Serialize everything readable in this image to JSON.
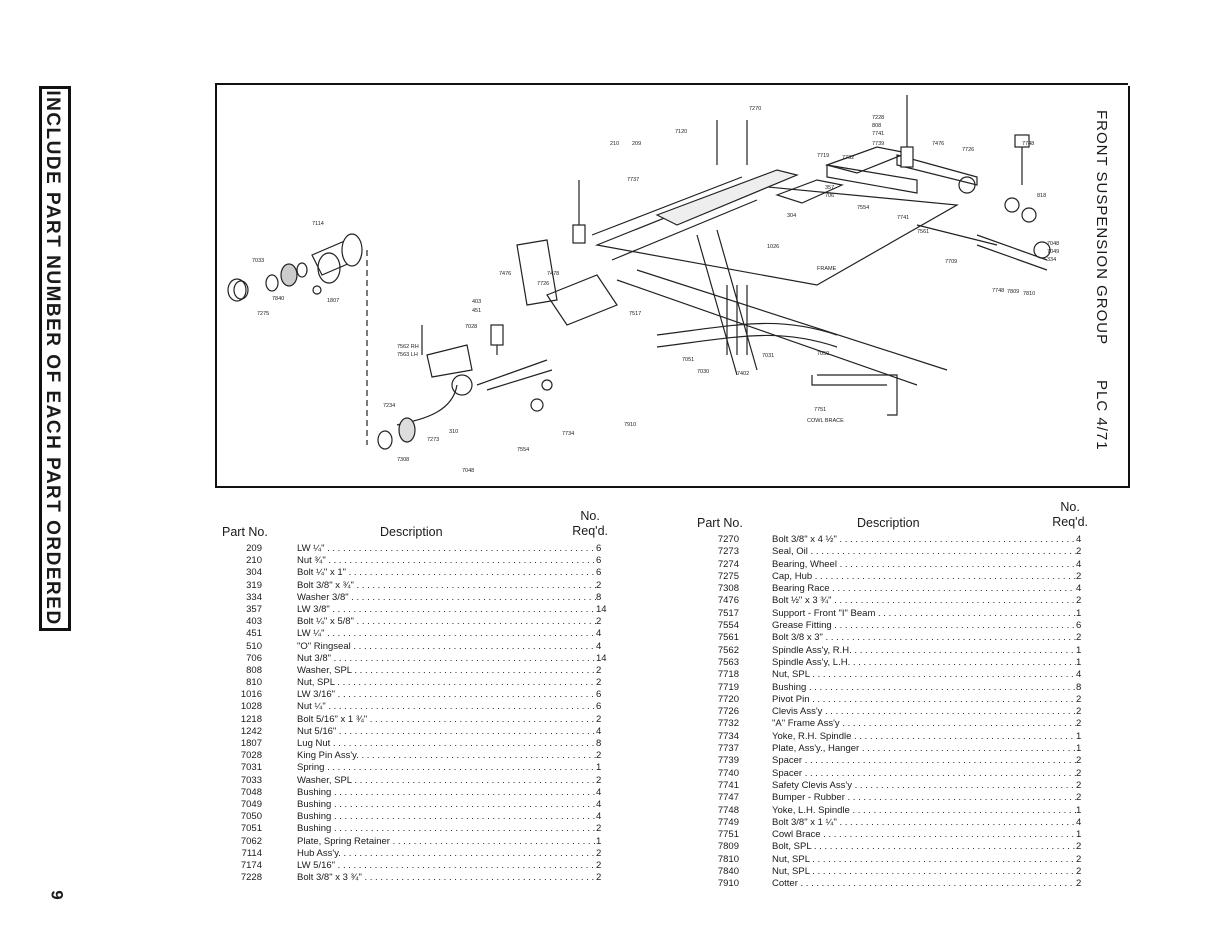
{
  "banner": "INCLUDE PART NUMBER OF EACH PART ORDERED",
  "page_number": "9",
  "group_title": "FRONT SUSPENSION GROUP",
  "group_code": "PLC 4/71",
  "diagram": {
    "labels": {
      "frame": "FRAME",
      "cowl_brace": "COWL BRACE"
    },
    "callouts": [
      "7270",
      "7228",
      "808",
      "7741",
      "7739",
      "7476",
      "7726",
      "210",
      "209",
      "7120",
      "7737",
      "7719",
      "7732",
      "357",
      "706",
      "7554",
      "304",
      "7741",
      "7561",
      "818",
      "7748",
      "7709",
      "7114",
      "7033",
      "7840",
      "1807",
      "7275",
      "7476",
      "7562 RH",
      "7563 LH",
      "403",
      "451",
      "7028",
      "1026",
      "7478",
      "7726",
      "7048",
      "7049",
      "334",
      "7809",
      "7748",
      "7810",
      "7234",
      "7273",
      "7308",
      "310",
      "7048",
      "7554",
      "7734",
      "7031",
      "7050",
      "7030",
      "7051",
      "7402",
      "7751",
      "7910",
      "7517"
    ]
  },
  "table_headers": {
    "part_no": "Part No.",
    "description": "Description",
    "req_line1": "No.",
    "req_line2": "Req'd."
  },
  "parts_left": [
    {
      "part": "209",
      "desc": "LW ¼\"",
      "qty": "6"
    },
    {
      "part": "210",
      "desc": "Nut ¾\"",
      "qty": "6"
    },
    {
      "part": "304",
      "desc": "Bolt ¼\" x 1\"",
      "qty": "6"
    },
    {
      "part": "319",
      "desc": "Bolt 3/8\" x ¾\"",
      "qty": "2"
    },
    {
      "part": "334",
      "desc": "Washer 3/8\"",
      "qty": "8"
    },
    {
      "part": "357",
      "desc": "LW 3/8\"",
      "qty": "14"
    },
    {
      "part": "403",
      "desc": "Bolt ¼\" x 5/8\"",
      "qty": "2"
    },
    {
      "part": "451",
      "desc": "LW ¼\"",
      "qty": "4"
    },
    {
      "part": "510",
      "desc": "\"O\" Ringseal",
      "qty": "4"
    },
    {
      "part": "706",
      "desc": "Nut 3/8\"",
      "qty": "14"
    },
    {
      "part": "808",
      "desc": "Washer, SPL",
      "qty": "2"
    },
    {
      "part": "810",
      "desc": "Nut, SPL",
      "qty": "2"
    },
    {
      "part": "1016",
      "desc": "LW 3/16\"",
      "qty": "6"
    },
    {
      "part": "1028",
      "desc": "Nut ¼\"",
      "qty": "6"
    },
    {
      "part": "1218",
      "desc": "Bolt 5/16\" x 1 ¾\"",
      "qty": "2"
    },
    {
      "part": "1242",
      "desc": "Nut 5/16\"",
      "qty": "4"
    },
    {
      "part": "1807",
      "desc": "Lug Nut",
      "qty": "8"
    },
    {
      "part": "7028",
      "desc": "King Pin Ass'y.",
      "qty": "2"
    },
    {
      "part": "7031",
      "desc": "Spring",
      "qty": "1"
    },
    {
      "part": "7033",
      "desc": "Washer, SPL",
      "qty": "2"
    },
    {
      "part": "7048",
      "desc": "Bushing",
      "qty": "4"
    },
    {
      "part": "7049",
      "desc": "Bushing",
      "qty": "4"
    },
    {
      "part": "7050",
      "desc": "Bushing",
      "qty": "4"
    },
    {
      "part": "7051",
      "desc": "Bushing",
      "qty": "2"
    },
    {
      "part": "7062",
      "desc": "Plate, Spring Retainer",
      "qty": "1"
    },
    {
      "part": "7114",
      "desc": "Hub Ass'y.",
      "qty": "2"
    },
    {
      "part": "7174",
      "desc": "LW 5/16\"",
      "qty": "2"
    },
    {
      "part": "7228",
      "desc": "Bolt 3/8\" x 3 ¾\"",
      "qty": "2"
    }
  ],
  "parts_right": [
    {
      "part": "7270",
      "desc": "Bolt 3/8\" x 4 ½\"",
      "qty": "4"
    },
    {
      "part": "7273",
      "desc": "Seal, Oil",
      "qty": "2"
    },
    {
      "part": "7274",
      "desc": "Bearing, Wheel",
      "qty": "4"
    },
    {
      "part": "7275",
      "desc": "Cap, Hub",
      "qty": "2"
    },
    {
      "part": "7308",
      "desc": "Bearing Race",
      "qty": "4"
    },
    {
      "part": "7476",
      "desc": "Bolt ½\" x 3 ¾\"",
      "qty": "2"
    },
    {
      "part": "7517",
      "desc": "Support - Front \"I\" Beam",
      "qty": "1"
    },
    {
      "part": "7554",
      "desc": "Grease Fitting",
      "qty": "6"
    },
    {
      "part": "7561",
      "desc": "Bolt 3/8 x 3\"",
      "qty": "2"
    },
    {
      "part": "7562",
      "desc": "Spindle Ass'y, R.H.",
      "qty": "1"
    },
    {
      "part": "7563",
      "desc": "Spindle Ass'y, L.H.",
      "qty": "1"
    },
    {
      "part": "7718",
      "desc": "Nut, SPL",
      "qty": "4"
    },
    {
      "part": "7719",
      "desc": "Bushing",
      "qty": "8"
    },
    {
      "part": "7720",
      "desc": "Pivot Pin",
      "qty": "2"
    },
    {
      "part": "7726",
      "desc": "Clevis Ass'y",
      "qty": "2"
    },
    {
      "part": "7732",
      "desc": "\"A\" Frame Ass'y",
      "qty": "2"
    },
    {
      "part": "7734",
      "desc": "Yoke, R.H. Spindle",
      "qty": "1"
    },
    {
      "part": "7737",
      "desc": "Plate, Ass'y., Hanger",
      "qty": "1"
    },
    {
      "part": "7739",
      "desc": "Spacer",
      "qty": "2"
    },
    {
      "part": "7740",
      "desc": "Spacer",
      "qty": "2"
    },
    {
      "part": "7741",
      "desc": "Safety Clevis Ass'y",
      "qty": "2"
    },
    {
      "part": "7747",
      "desc": "Bumper - Rubber",
      "qty": "2"
    },
    {
      "part": "7748",
      "desc": "Yoke, L.H. Spindle",
      "qty": "1"
    },
    {
      "part": "7749",
      "desc": "Bolt 3/8\" x 1 ¼\"",
      "qty": "4"
    },
    {
      "part": "7751",
      "desc": "Cowl Brace",
      "qty": "1"
    },
    {
      "part": "7809",
      "desc": "Bolt, SPL",
      "qty": "2"
    },
    {
      "part": "7810",
      "desc": "Nut, SPL",
      "qty": "2"
    },
    {
      "part": "7840",
      "desc": "Nut, SPL",
      "qty": "2"
    },
    {
      "part": "7910",
      "desc": "Cotter",
      "qty": "2"
    }
  ]
}
